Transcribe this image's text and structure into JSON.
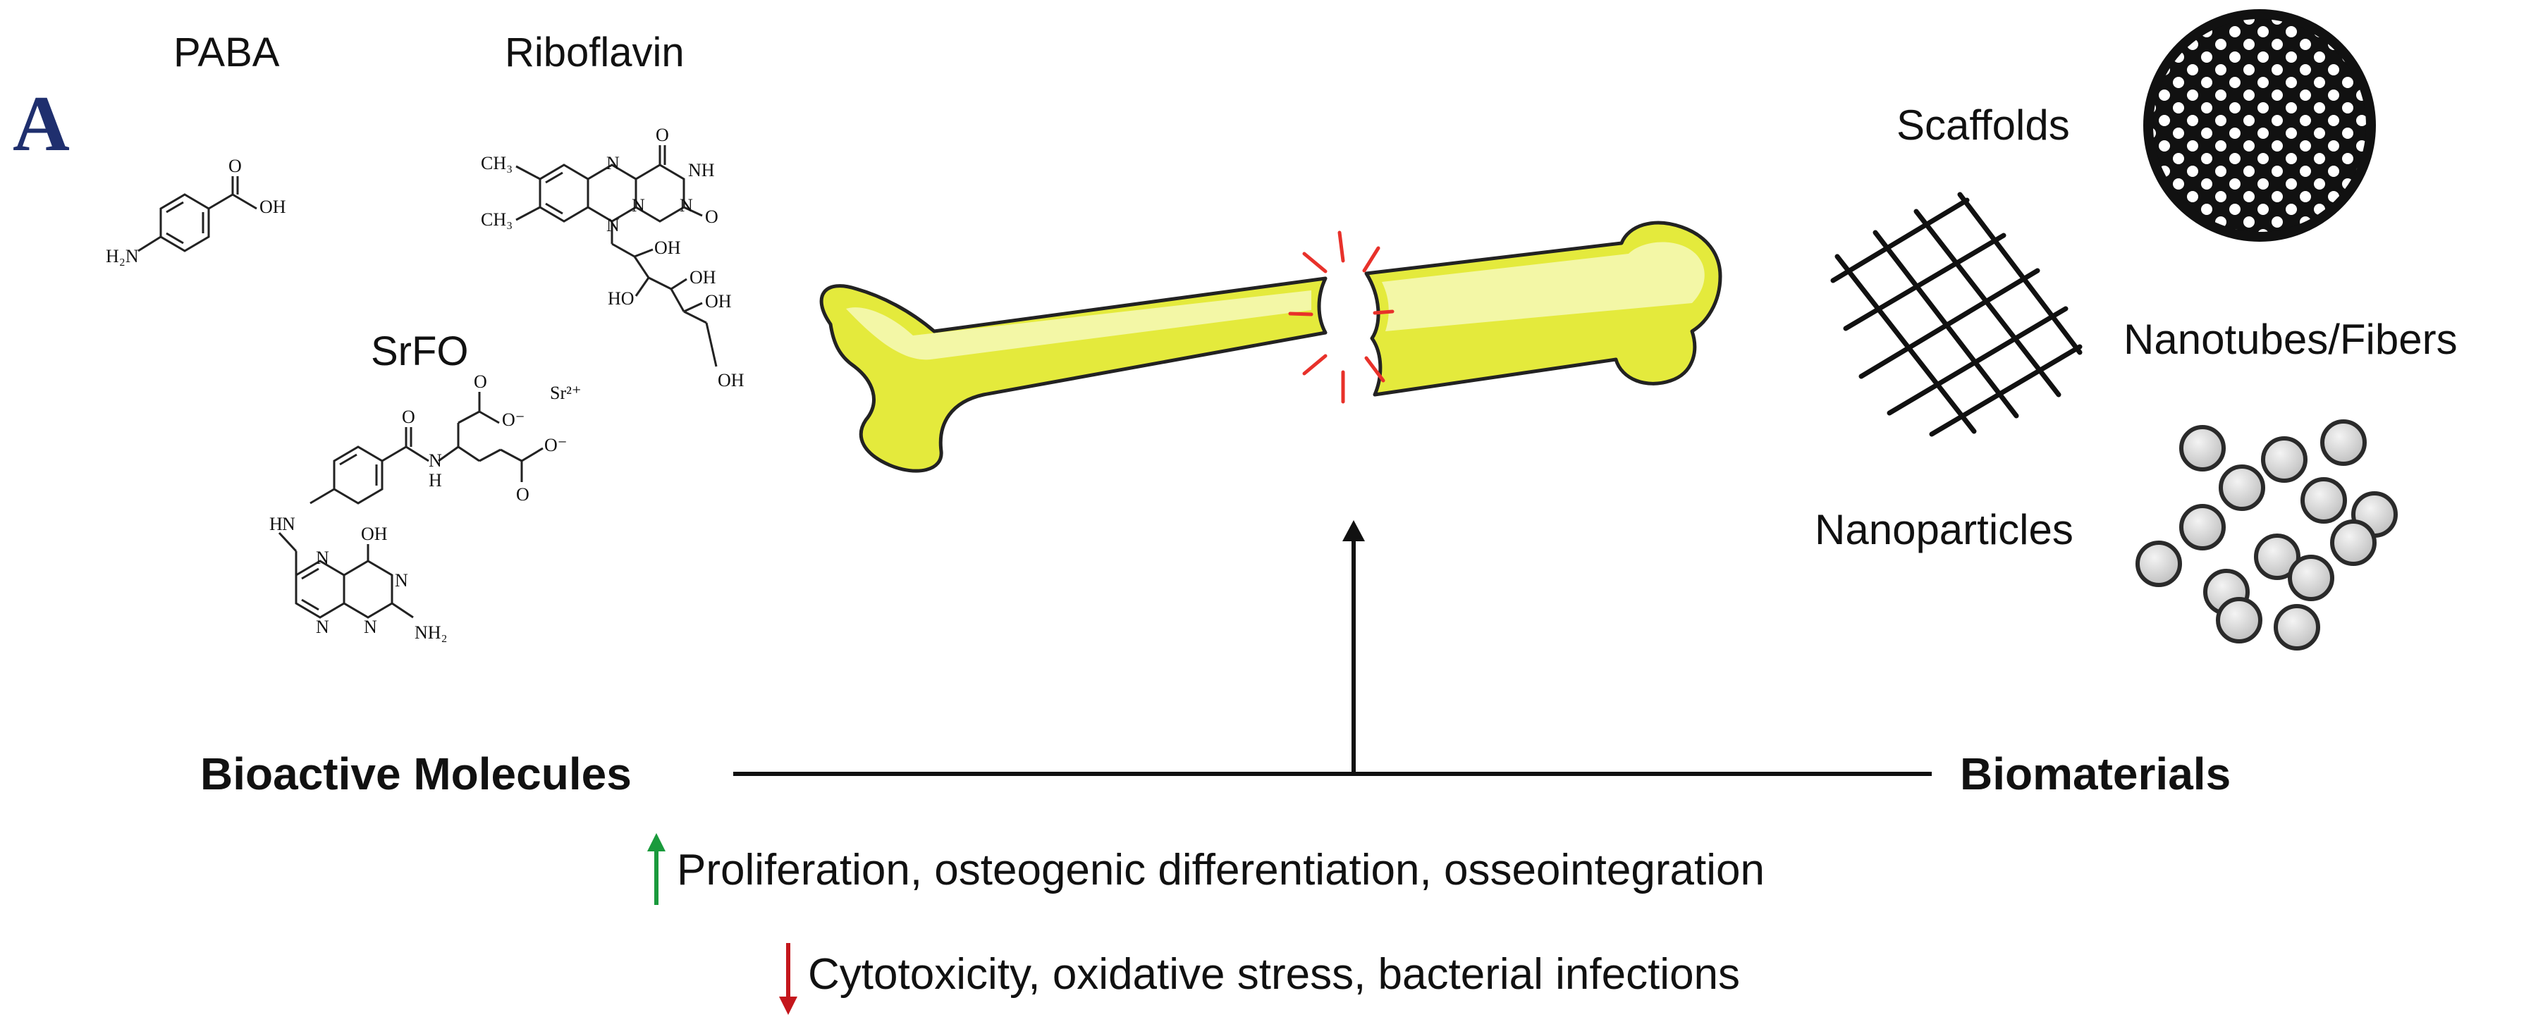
{
  "panel_label": "A",
  "molecules": {
    "paba": "PABA",
    "riboflavin": "Riboflavin",
    "srfo": "SrFO"
  },
  "chem_atoms": {
    "paba_oh": "OH",
    "paba_o": "O",
    "paba_nh2": "H₂N",
    "ribo_ch3_top": "CH₃",
    "ribo_ch3_bottom": "CH₃",
    "ribo_o_top": "O",
    "ribo_nh": "NH",
    "ribo_o_right": "O",
    "ribo_n_top": "N",
    "ribo_n_mid": "N",
    "ribo_n_right": "N",
    "ribo_n_bottom": "N",
    "ribo_oh_1": "OH",
    "ribo_oh_2": "OH",
    "ribo_ho": "HO",
    "ribo_oh_3": "OH",
    "srfo_coo_1": "O⁻",
    "srfo_coo_1o": "O",
    "srfo_sr": "Sr²⁺",
    "srfo_coo_2": "O⁻",
    "srfo_coo_2o": "O",
    "srfo_o_amide": "O",
    "srfo_n_amide": "N",
    "srfo_h_amide": "H",
    "srfo_nh": "H",
    "srfo_n": "N",
    "srfo_oh": "OH",
    "srfo_n1": "N",
    "srfo_n2": "N",
    "srfo_n3": "N",
    "srfo_n4": "N",
    "srfo_nh2": "NH₂"
  },
  "materials": {
    "scaffolds": "Scaffolds",
    "nanotubes": "Nanotubes/Fibers",
    "nanoparticles": "Nanoparticles"
  },
  "axis": {
    "left": "Bioactive Molecules",
    "right": "Biomaterials"
  },
  "effects": {
    "increase": "Proliferation, osteogenic differentiation, osseointegration",
    "decrease": "Cytotoxicity, oxidative stress, bacterial infections"
  },
  "colors": {
    "bone_fill": "#e4ea3c",
    "bone_highlight": "#f3f7a6",
    "fracture": "#e8312a",
    "up_arrow": "#1a9a3c",
    "down_arrow": "#c4161c",
    "panel_label": "#1f2f6e",
    "particle": "#d4d4d4"
  }
}
